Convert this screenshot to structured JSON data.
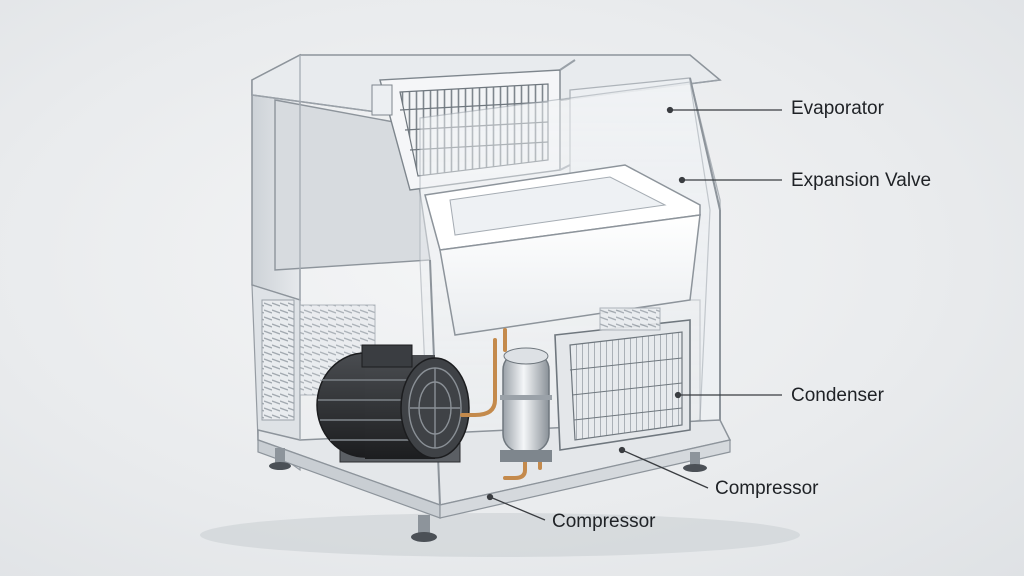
{
  "labels": {
    "evaporator": "Evaporator",
    "expansion_valve": "Expansion Valve",
    "condenser": "Condenser",
    "compressor_right": "Compressor",
    "compressor_bottom": "Compressor"
  },
  "colors": {
    "frame": "#c9ced3",
    "frame_dark": "#8d949b",
    "panel_glass": "#eef1f4",
    "basin": "#fbfbfc",
    "motor": "#2b2d30",
    "copper": "#c48a4c",
    "leader_line": "#3a3d41"
  }
}
